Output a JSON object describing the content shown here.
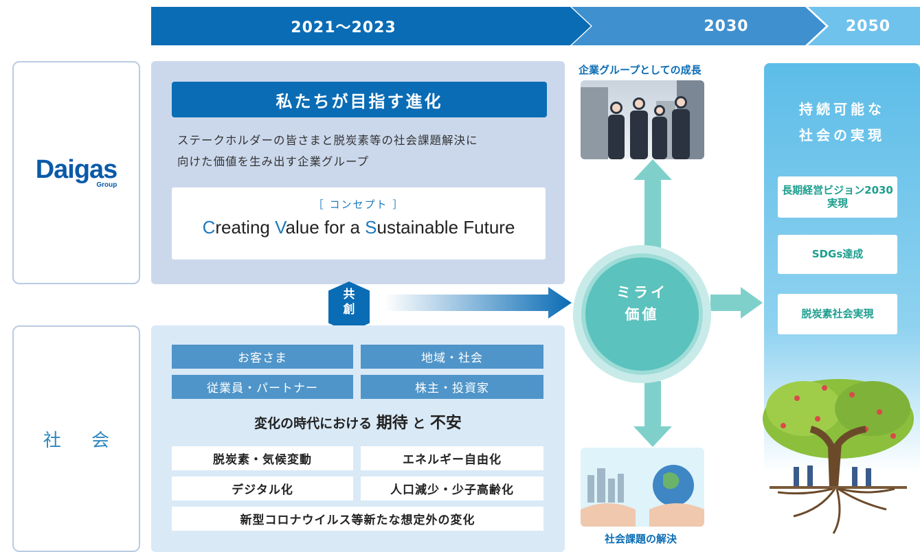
{
  "timeline": {
    "period1": "2021～2023",
    "period2": "2030",
    "period3": "2050"
  },
  "left": {
    "logo_main": "Daigas",
    "logo_sub": "Group",
    "society_label": "社 会"
  },
  "upper": {
    "title": "私たちが目指す進化",
    "description_line1": "ステークホルダーの皆さまと脱炭素等の社会課題解決に",
    "description_line2": "向けた価値を生み出す企業グループ",
    "concept_label": "［ コンセプト ］",
    "concept_C": "C",
    "concept_reating": "reating ",
    "concept_V": "V",
    "concept_alue": "alue for a ",
    "concept_S": "S",
    "concept_ustainable": "ustainable Future"
  },
  "co_creation": {
    "line1": "共",
    "line2": "創"
  },
  "lower": {
    "stakeholders": [
      "お客さま",
      "地域・社会",
      "従業員・パートナー",
      "株主・投資家"
    ],
    "expect_prefix": "変化の時代における ",
    "expect_word1": "期待",
    "expect_mid": " と ",
    "expect_word2": "不安",
    "issues": [
      "脱炭素・気候変動",
      "エネルギー自由化",
      "デジタル化",
      "人口減少・少子高齢化",
      "新型コロナウイルス等新たな想定外の変化"
    ]
  },
  "center": {
    "top_label": "企業グループとしての成長",
    "bottom_label": "社会課題の解決",
    "mirai_line1": "ミライ",
    "mirai_line2": "価値"
  },
  "right": {
    "title_line1": "持続可能な",
    "title_line2": "社会の実現",
    "goals": [
      "長期経営ビジョン2030\n実現",
      "SDGs達成",
      "脱炭素社会実現"
    ]
  },
  "colors": {
    "primary_blue": "#0a6cb5",
    "teal": "#5bc2bd",
    "sky": "#6fc2ec"
  }
}
